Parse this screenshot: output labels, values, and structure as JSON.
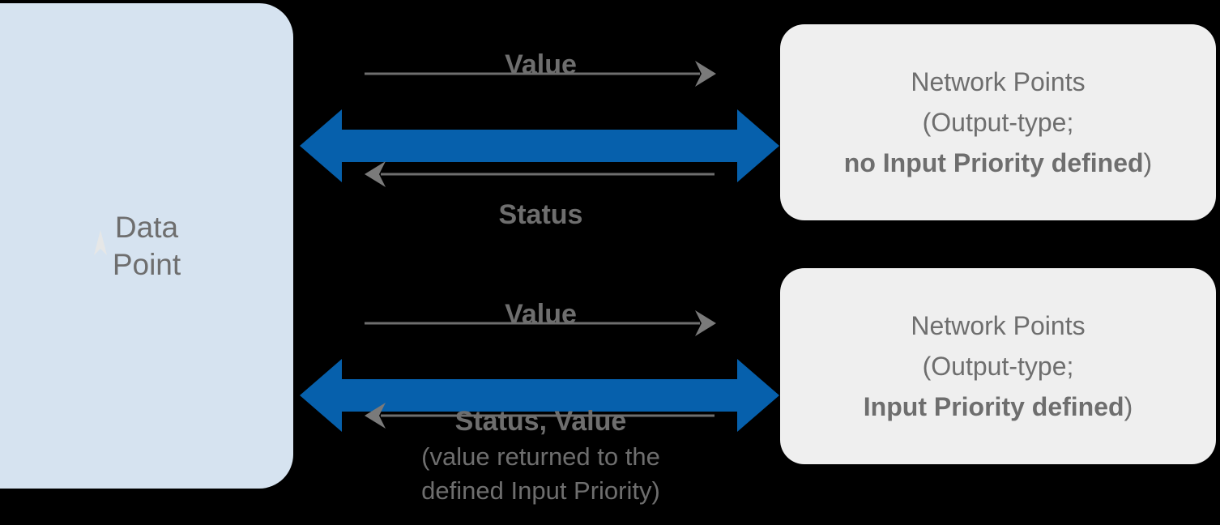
{
  "diagram": {
    "title": "Data Point and Network Points communication",
    "colors": {
      "background": "#000000",
      "datapoint_fill": "#d6e3f0",
      "network_fill": "#efefef",
      "arrow_blue": "#0660ac",
      "arrow_gray": "#6e6e6e",
      "text_gray": "#6e6e6e"
    }
  },
  "left_node": {
    "label": "Data\nPoint"
  },
  "right_nodes": [
    {
      "line1": "Network Points",
      "line2": "(Output-type;",
      "line3_bold": "no Input Priority defined",
      "line3_tail": ")"
    },
    {
      "line1": "Network Points",
      "line2": "(Output-type;",
      "line3_bold": "Input Priority defined",
      "line3_tail": ")"
    }
  ],
  "connectors": [
    {
      "name": "top-connector",
      "forward_label": "Value",
      "return_label": "Status",
      "return_note": "",
      "bidirectional_color": "#0660ac"
    },
    {
      "name": "bottom-connector",
      "forward_label": "Value",
      "return_label": "Status, Value",
      "return_note": "(value returned to the\ndefined Input Priority)",
      "bidirectional_color": "#0660ac"
    }
  ],
  "icons": {
    "cursor": "cursor-arrow-icon",
    "double_arrow": "double-arrow-icon",
    "arrow_right": "arrow-right-icon",
    "arrow_left": "arrow-left-icon"
  }
}
